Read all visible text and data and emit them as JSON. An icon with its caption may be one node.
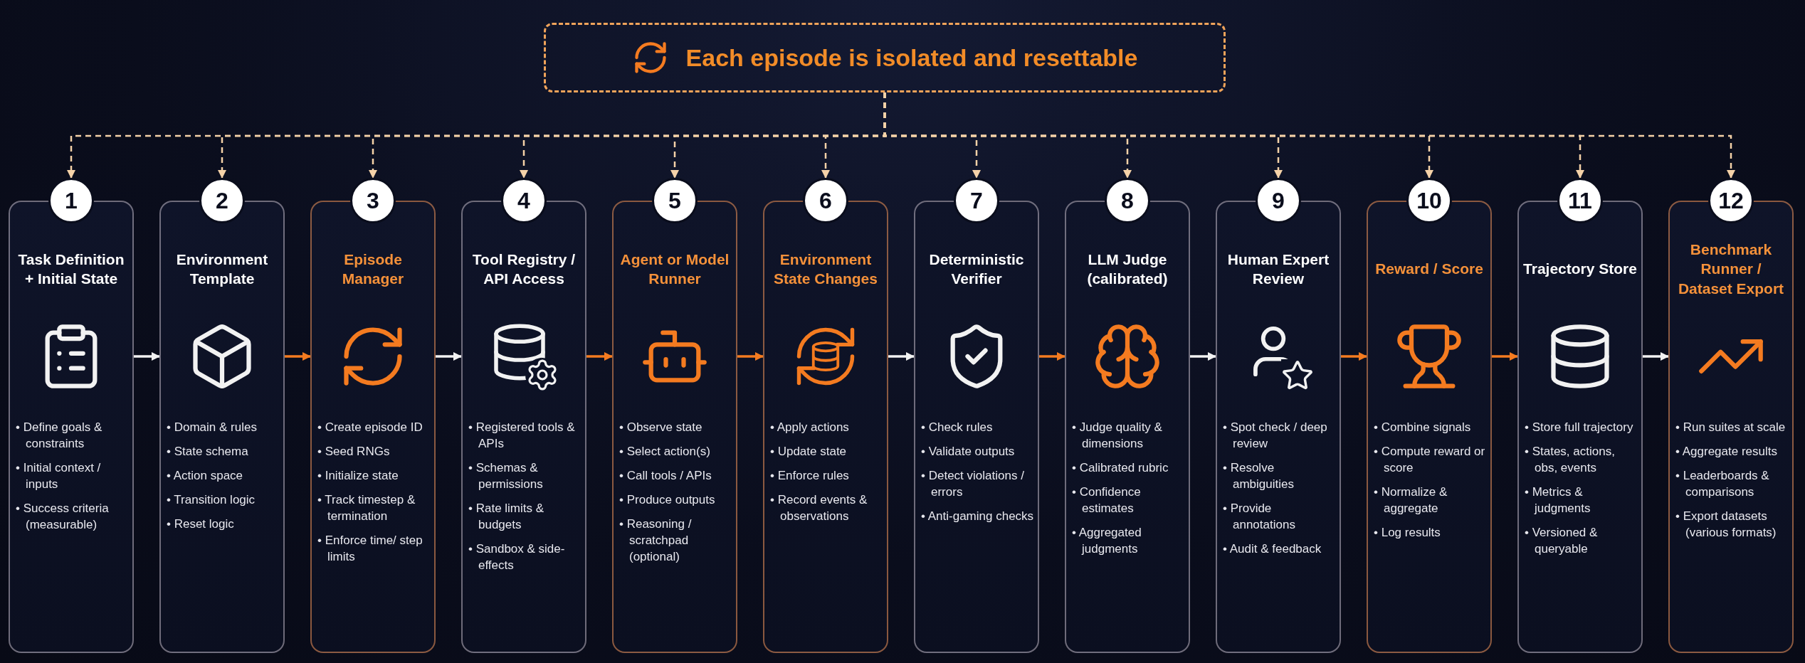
{
  "diagram": {
    "nodes": [
      {
        "text": [
          "Each episode is isolated and resettable"
        ]
      },
      {
        "text": [
          "1",
          "Task Definition + Initial State",
          "• Define goals & constraints",
          "• Initial context / inputs",
          "• Success criteria (measurable)"
        ]
      },
      {
        "text": [
          "2",
          "Environment Template",
          "• Domain & rules",
          "• State schema",
          "• Action space",
          "• Transition logic",
          "• Reset logic"
        ]
      },
      {
        "text": [
          "3",
          "Episode Manager",
          "• Create episode ID",
          "• Seed RNGs",
          "• Initialize state",
          "• Track timestep & termination",
          "• Enforce time/ step limits"
        ]
      },
      {
        "text": [
          "4",
          "Tool Registry / API Access",
          "• Registered tools & APIs",
          "• Schemas & permissions",
          "• Rate limits & budgets",
          "• Sandbox & side-effects"
        ]
      },
      {
        "text": [
          "5",
          "Agent or Model Runner",
          "• Observe state",
          "• Select action(s)",
          "• Call tools / APIs",
          "• Produce outputs",
          "• Reasoning / scratchpad (optional)"
        ]
      },
      {
        "text": [
          "6",
          "Environment State Changes",
          "• Apply actions",
          "• Update state",
          "• Enforce rules",
          "• Record events & observations"
        ]
      },
      {
        "text": [
          "7",
          "Deterministic Verifier",
          "• Check rules",
          "• Validate outputs",
          "• Detect violations / errors",
          "• Anti-gaming checks"
        ]
      },
      {
        "text": [
          "8",
          "LLM Judge (calibrated)",
          "• Judge quality & dimensions",
          "• Calibrated rubric",
          "• Confidence estimates",
          "• Aggregated judgments"
        ]
      },
      {
        "text": [
          "9",
          "Human Expert Review",
          "• Spot check / deep review",
          "• Resolve ambiguities",
          "• Provide annotations",
          "• Audit & feedback"
        ]
      },
      {
        "text": [
          "10",
          "Reward / Score",
          "• Combine signals",
          "• Compute reward or score",
          "• Normalize & aggregate",
          "• Log results"
        ]
      },
      {
        "text": [
          "11",
          "Trajectory Store",
          "• Store full trajectory",
          "• States, actions, obs, events",
          "• Metrics & judgments",
          "• Versioned & queryable"
        ]
      },
      {
        "text": [
          "12",
          "Benchmark Runner / Dataset Export",
          "• Run suites at scale",
          "• Aggregate results",
          "• Leaderboards & comparisons",
          "• Export datasets (various formats)"
        ]
      }
    ],
    "edges": [
      {
        "from": 0,
        "to": 1,
        "arrow": "to",
        "style": "dashed",
        "color": "#f5d2a8"
      },
      {
        "from": 0,
        "to": 2,
        "arrow": "to",
        "style": "dashed",
        "color": "#f5d2a8"
      },
      {
        "from": 0,
        "to": 3,
        "arrow": "to",
        "style": "dashed",
        "color": "#f5d2a8"
      },
      {
        "from": 0,
        "to": 4,
        "arrow": "to",
        "style": "dashed",
        "color": "#f5d2a8"
      },
      {
        "from": 0,
        "to": 5,
        "arrow": "to",
        "style": "dashed",
        "color": "#f5d2a8"
      },
      {
        "from": 0,
        "to": 6,
        "arrow": "to",
        "style": "dashed",
        "color": "#f5d2a8"
      },
      {
        "from": 0,
        "to": 7,
        "arrow": "to",
        "style": "dashed",
        "color": "#f5d2a8"
      },
      {
        "from": 0,
        "to": 8,
        "arrow": "to",
        "style": "dashed",
        "color": "#f5d2a8"
      },
      {
        "from": 0,
        "to": 9,
        "arrow": "to",
        "style": "dashed",
        "color": "#f5d2a8"
      },
      {
        "from": 0,
        "to": 10,
        "arrow": "to",
        "style": "dashed",
        "color": "#f5d2a8"
      },
      {
        "from": 0,
        "to": 11,
        "arrow": "to",
        "style": "dashed",
        "color": "#f5d2a8"
      },
      {
        "from": 0,
        "to": 12,
        "arrow": "to",
        "style": "dashed",
        "color": "#f5d2a8"
      },
      {
        "from": 1,
        "to": 2,
        "arrow": "to"
      },
      {
        "from": 2,
        "to": 3,
        "arrow": "to",
        "color": "#f47b20"
      },
      {
        "from": 3,
        "to": 4,
        "arrow": "to"
      },
      {
        "from": 4,
        "to": 5,
        "arrow": "to",
        "color": "#f47b20"
      },
      {
        "from": 5,
        "to": 6,
        "arrow": "to",
        "color": "#f47b20"
      },
      {
        "from": 6,
        "to": 7,
        "arrow": "to"
      },
      {
        "from": 7,
        "to": 8,
        "arrow": "to",
        "color": "#f47b20"
      },
      {
        "from": 8,
        "to": 9,
        "arrow": "to"
      },
      {
        "from": 9,
        "to": 10,
        "arrow": "to",
        "color": "#f47b20"
      },
      {
        "from": 10,
        "to": 11,
        "arrow": "to",
        "color": "#f47b20"
      },
      {
        "from": 11,
        "to": 12,
        "arrow": "to"
      }
    ]
  }
}
